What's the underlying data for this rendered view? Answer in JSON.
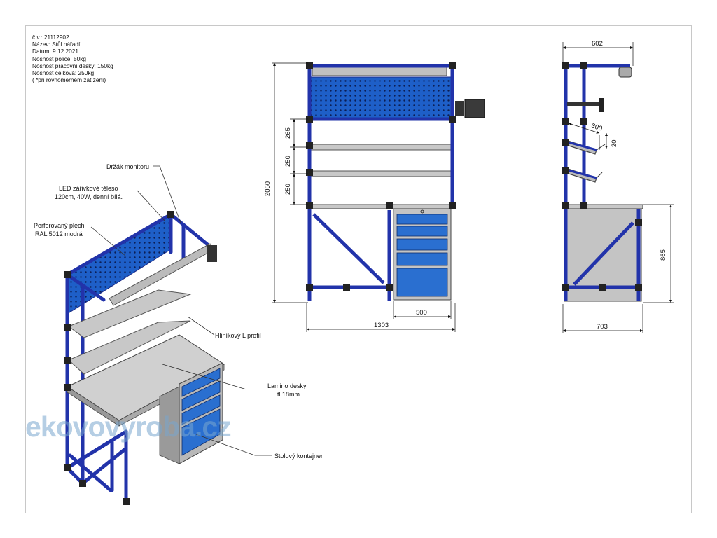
{
  "info": {
    "cv": "č.v.: 21112902",
    "name": "Název: Stůl nářadí",
    "date": "Datum: 9.12.2021",
    "shelf_load": "Nosnost police: 50kg",
    "desk_load": "Nosnost pracovní desky: 150kg",
    "total_load": "Nosnost celková: 250kg",
    "note": "( *při rovnoměrném zatížení)"
  },
  "labels": {
    "monitor_holder": "Držák monitoru",
    "led_line1": "LED zářivkové těleso",
    "led_line2": "120cm, 40W, denní bílá.",
    "perf_line1": "Perforovaný plech",
    "perf_line2": "RAL 5012 modrá",
    "l_profile": "Hliníkový L profil",
    "desk_line1": "Lamino desky",
    "desk_line2": "tl.18mm",
    "container": "Stolový kontejner"
  },
  "dimensions": {
    "front": {
      "height_total": "2050",
      "d265": "265",
      "d250a": "250",
      "d250b": "250",
      "width_total": "1303",
      "container_width": "500"
    },
    "side": {
      "top_width": "602",
      "shelf_depth": "300",
      "shelf_tilt": "20",
      "desk_height": "865",
      "depth_total": "703"
    }
  },
  "watermark": "ekovovyroba.cz",
  "colors": {
    "frame_blue": "#2233aa",
    "panel_blue": "#1e5fc8",
    "shelf_gray": "#c8c8c8",
    "drawer_blue": "#2a6fd0",
    "joint_dark": "#222222"
  }
}
